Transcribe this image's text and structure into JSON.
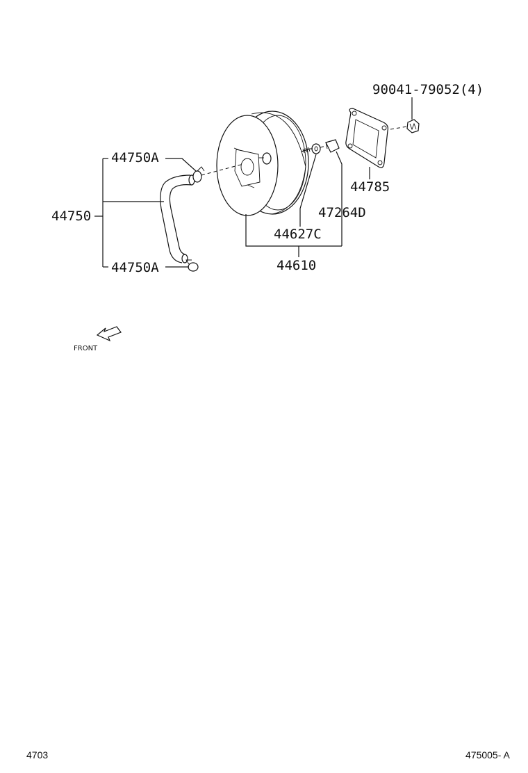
{
  "callouts": {
    "nut": "90041-79052(4)",
    "gasket": "44785",
    "clevis_pin": "47264D",
    "bolt": "44627C",
    "booster": "44610",
    "hose_assy": "44750",
    "hose_clamp_upper": "44750A",
    "hose_clamp_lower": "44750A"
  },
  "front_arrow": {
    "label": "FRONT"
  },
  "footer": {
    "left_code": "4703",
    "right_code": "475005- A"
  }
}
